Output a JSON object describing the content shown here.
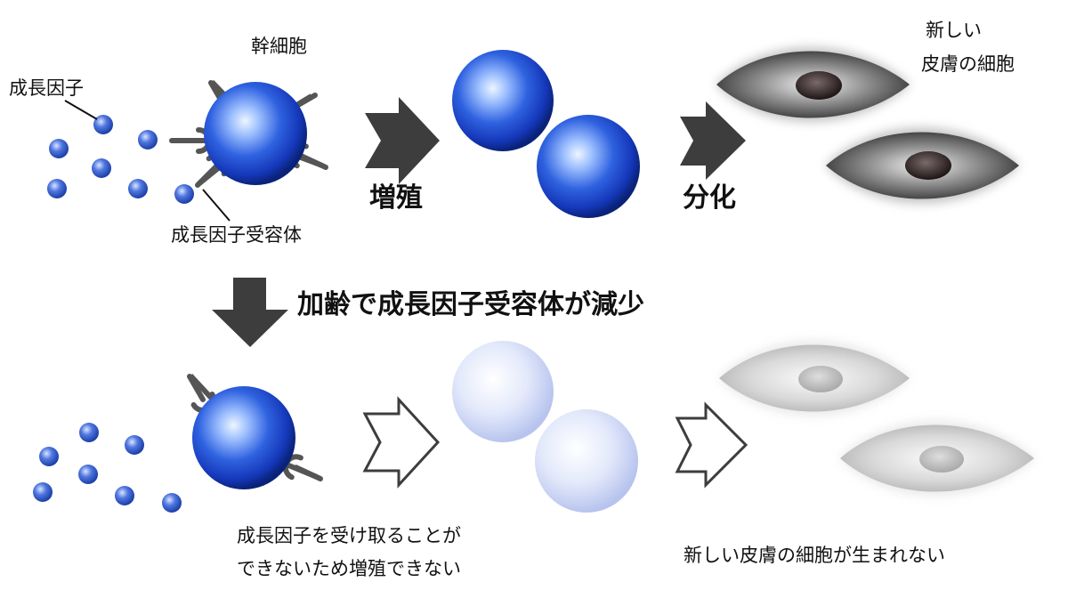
{
  "labels": {
    "stem_cell": "幹細胞",
    "growth_factor": "成長因子",
    "receptor": "成長因子受容体",
    "proliferation": "増殖",
    "differentiation": "分化",
    "new_skin_cell_line1": "新しい",
    "new_skin_cell_line2": "皮膚の細胞",
    "aging_note": "加齢で成長因子受容体が減少",
    "cannot_proliferate_line1": "成長因子を受け取ることが",
    "cannot_proliferate_line2": "できないため増殖できない",
    "no_new_skin": "新しい皮膚の細胞が生まれない"
  },
  "colors": {
    "cell_blue": "#1f4fd1",
    "cell_blue_dark": "#0a2a8a",
    "factor_blue": "#3f69d8",
    "faded_cell": "#c9d3f3",
    "skin_gray": "#6b6b6b",
    "skin_faded": "#c8c8c8",
    "arrow_dark": "#3d3d3d",
    "receptor_gray": "#555555"
  },
  "icons": {
    "process_arrow": "solid-right-arrow",
    "failed_arrow": "outline-right-arrow",
    "down_arrow": "solid-down-arrow"
  }
}
